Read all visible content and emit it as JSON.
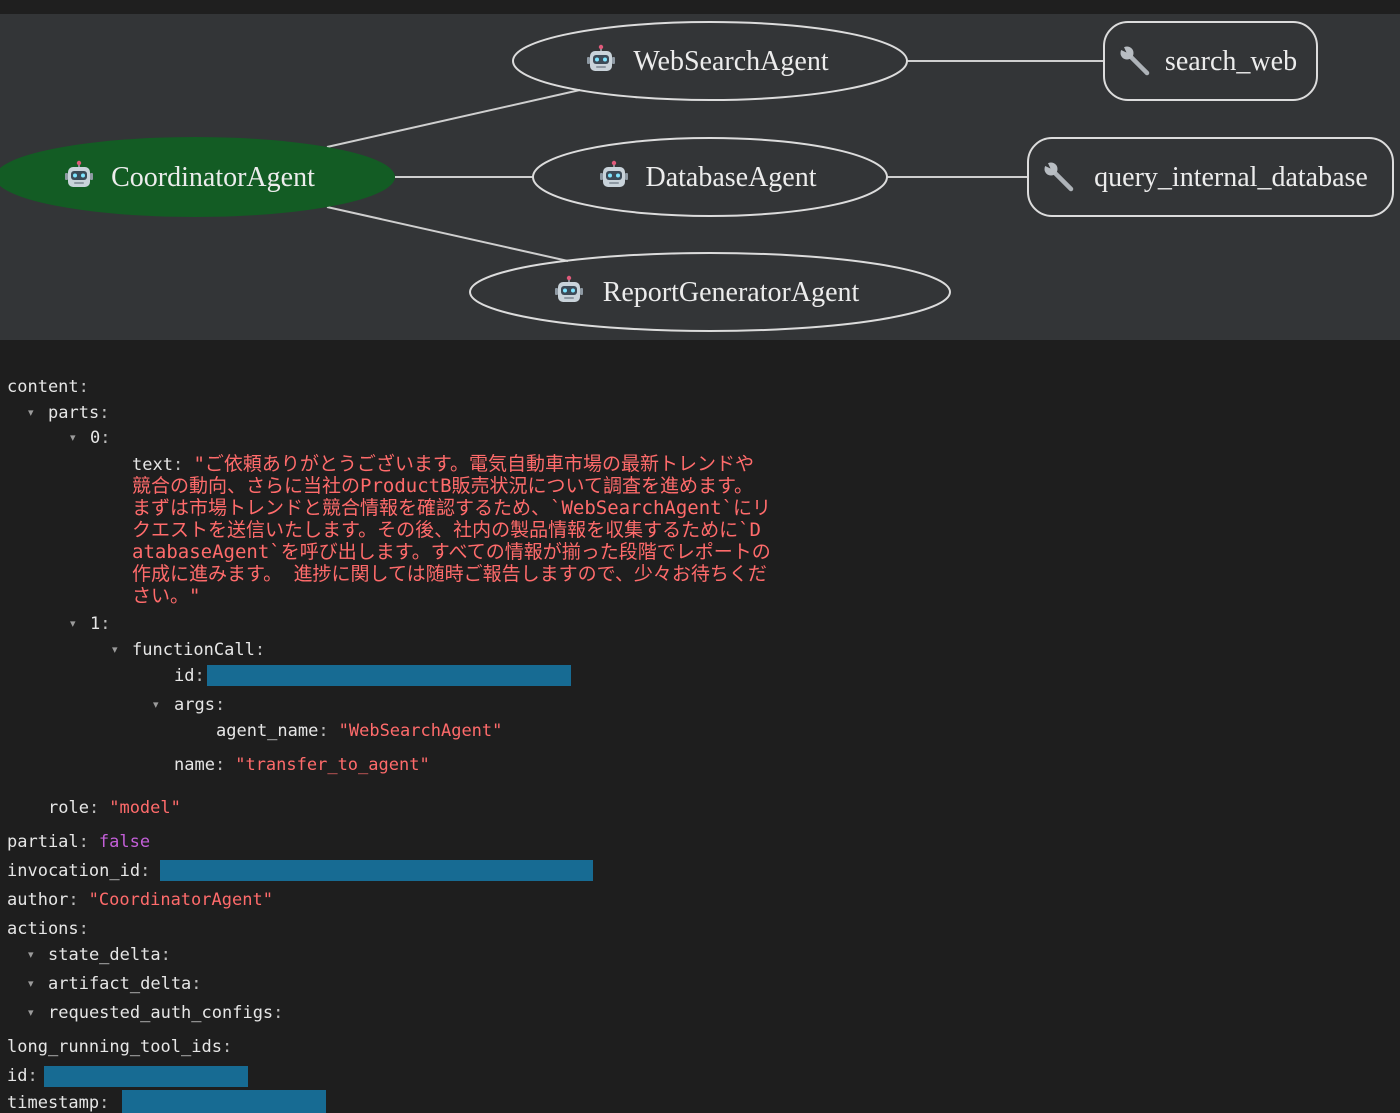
{
  "colors": {
    "graph_background": "#333537",
    "top_strip": "#1f1f1f",
    "coordinator_fill": "#135c24",
    "key": "#e6e6e6",
    "string_value": "#ff6b6b",
    "boolean_value": "#c35fd8",
    "redaction": "#176b93"
  },
  "graph": {
    "agents": [
      {
        "label": "CoordinatorAgent",
        "icon": "robot-icon",
        "active": true
      },
      {
        "label": "WebSearchAgent",
        "icon": "robot-icon"
      },
      {
        "label": "DatabaseAgent",
        "icon": "robot-icon"
      },
      {
        "label": "ReportGeneratorAgent",
        "icon": "robot-icon"
      }
    ],
    "tools": [
      {
        "label": "search_web",
        "icon": "wrench-icon"
      },
      {
        "label": "query_internal_database",
        "icon": "wrench-icon"
      }
    ]
  },
  "event": {
    "content": {
      "key": "content",
      "parts": {
        "key": "parts",
        "items": [
          {
            "index": "0",
            "text": {
              "key": "text",
              "value": "ご依頼ありがとうございます。電気自動車市場の最新トレンドや競合の動向、さらに当社のProductB販売状況について調査を進めます。 まずは市場トレンドと競合情報を確認するため、`WebSearchAgent`にリクエストを送信いたします。その後、社内の製品情報を収集するために`DatabaseAgent`を呼び出します。すべての情報が揃った段階でレポートの作成に進みます。 進捗に関しては随時ご報告しますので、少々お待ちください。"
            }
          },
          {
            "index": "1",
            "function_call": {
              "key": "functionCall",
              "id": {
                "key": "id",
                "redacted": true
              },
              "args": {
                "key": "args",
                "agent_name": {
                  "key": "agent_name",
                  "value": "WebSearchAgent"
                }
              },
              "name": {
                "key": "name",
                "value": "transfer_to_agent"
              }
            }
          }
        ]
      },
      "role": {
        "key": "role",
        "value": "model"
      }
    },
    "partial": {
      "key": "partial",
      "value": "false"
    },
    "invocation_id": {
      "key": "invocation_id",
      "redacted": true
    },
    "author": {
      "key": "author",
      "value": "CoordinatorAgent"
    },
    "actions": {
      "key": "actions",
      "state_delta": {
        "key": "state_delta"
      },
      "artifact_delta": {
        "key": "artifact_delta"
      },
      "requested_auth_configs": {
        "key": "requested_auth_configs"
      }
    },
    "long_running_tool_ids": {
      "key": "long_running_tool_ids"
    },
    "id": {
      "key": "id",
      "redacted": true
    },
    "timestamp": {
      "key": "timestamp",
      "redacted": true
    }
  }
}
